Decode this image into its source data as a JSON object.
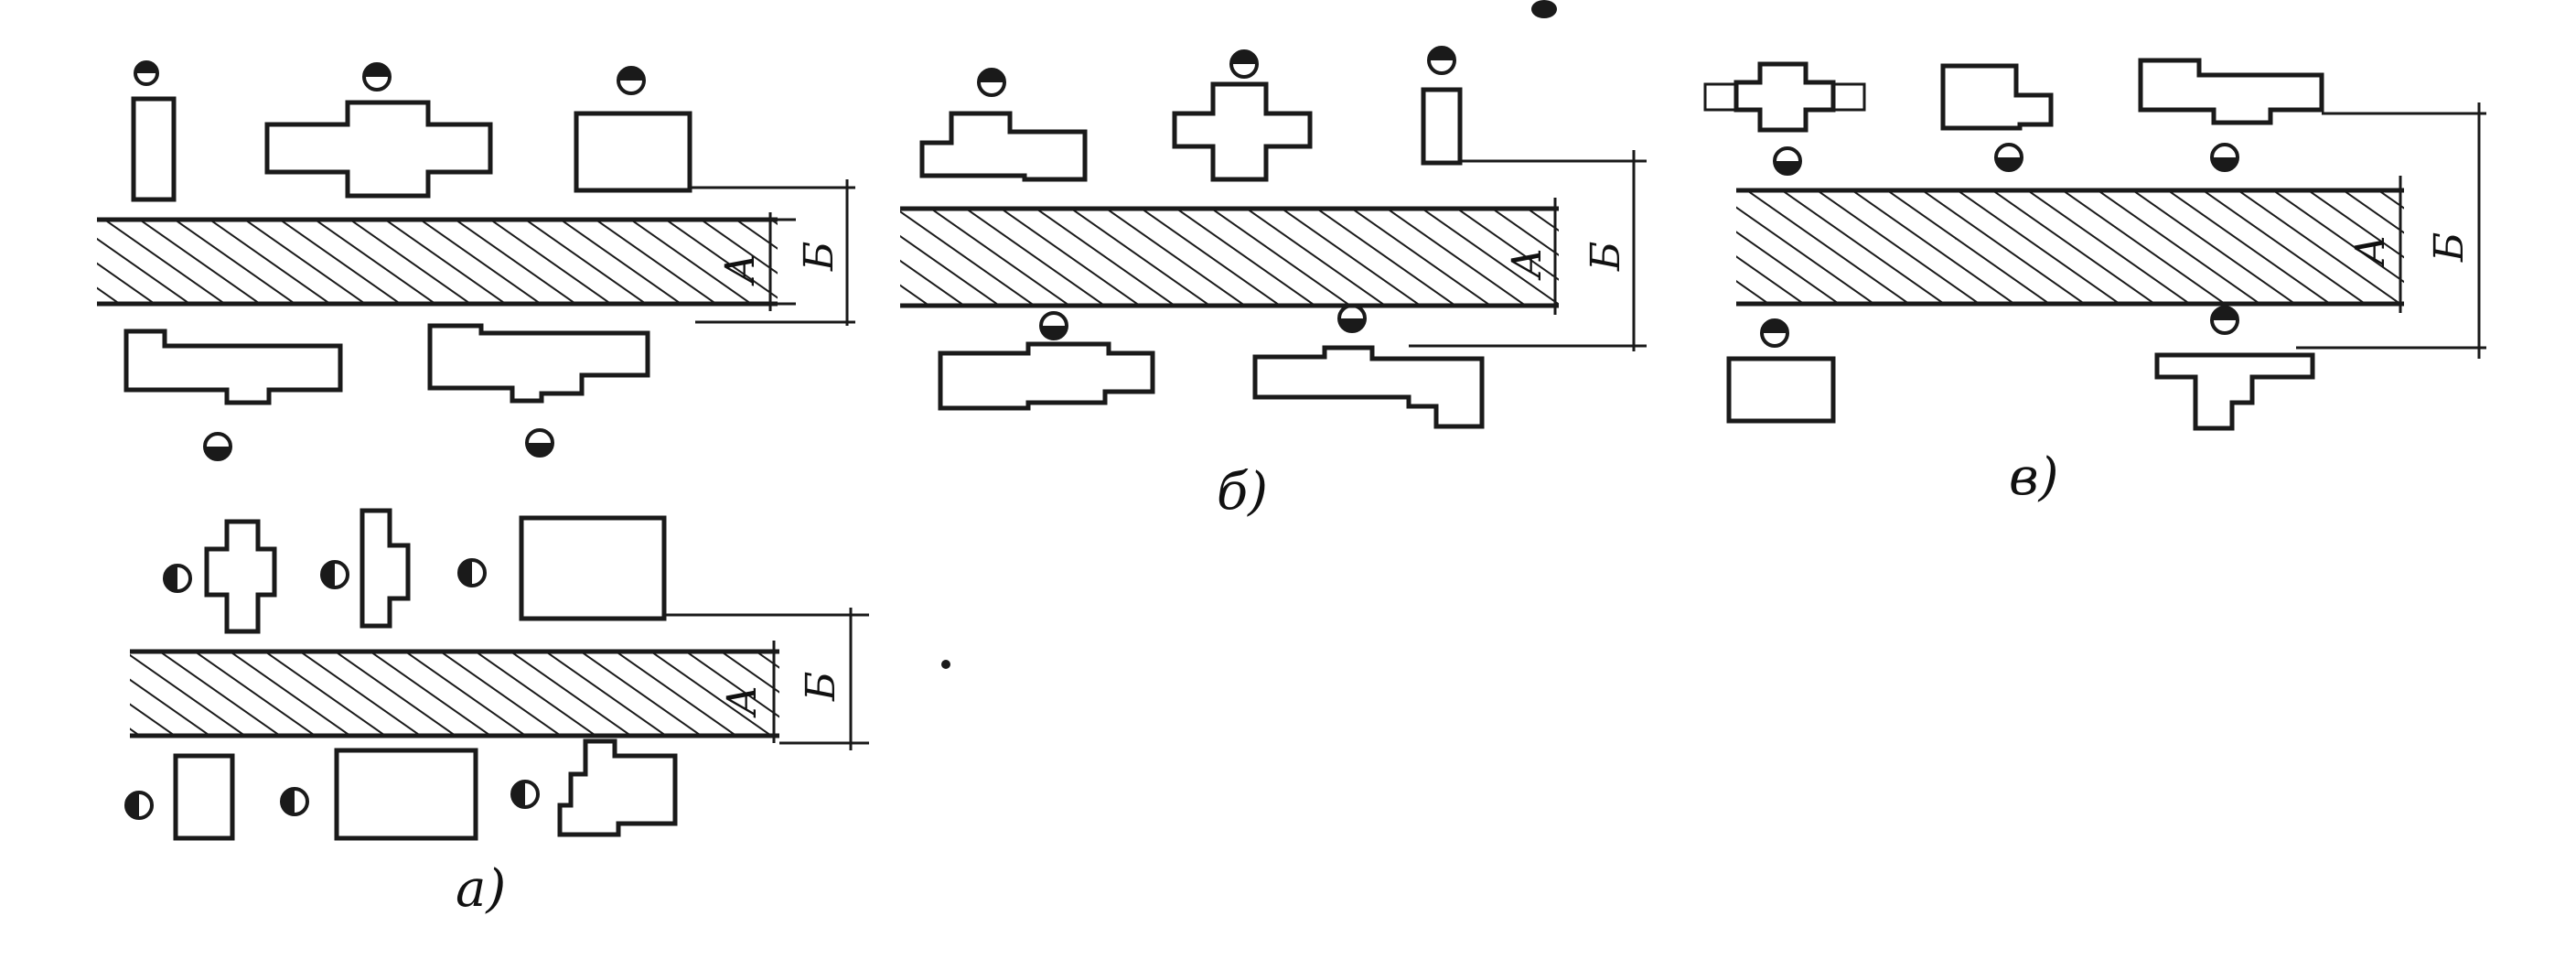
{
  "panels": [
    {
      "id": "a",
      "label": "a)",
      "dim_a": "А",
      "dim_b": "Б"
    },
    {
      "id": "b",
      "label": "б)",
      "dim_a": "А",
      "dim_b": "Б"
    },
    {
      "id": "v",
      "label": "в)",
      "dim_a": "А",
      "dim_b": "Б"
    }
  ],
  "colors": {
    "ink": "#1a1a1a",
    "paper": "#ffffff"
  }
}
